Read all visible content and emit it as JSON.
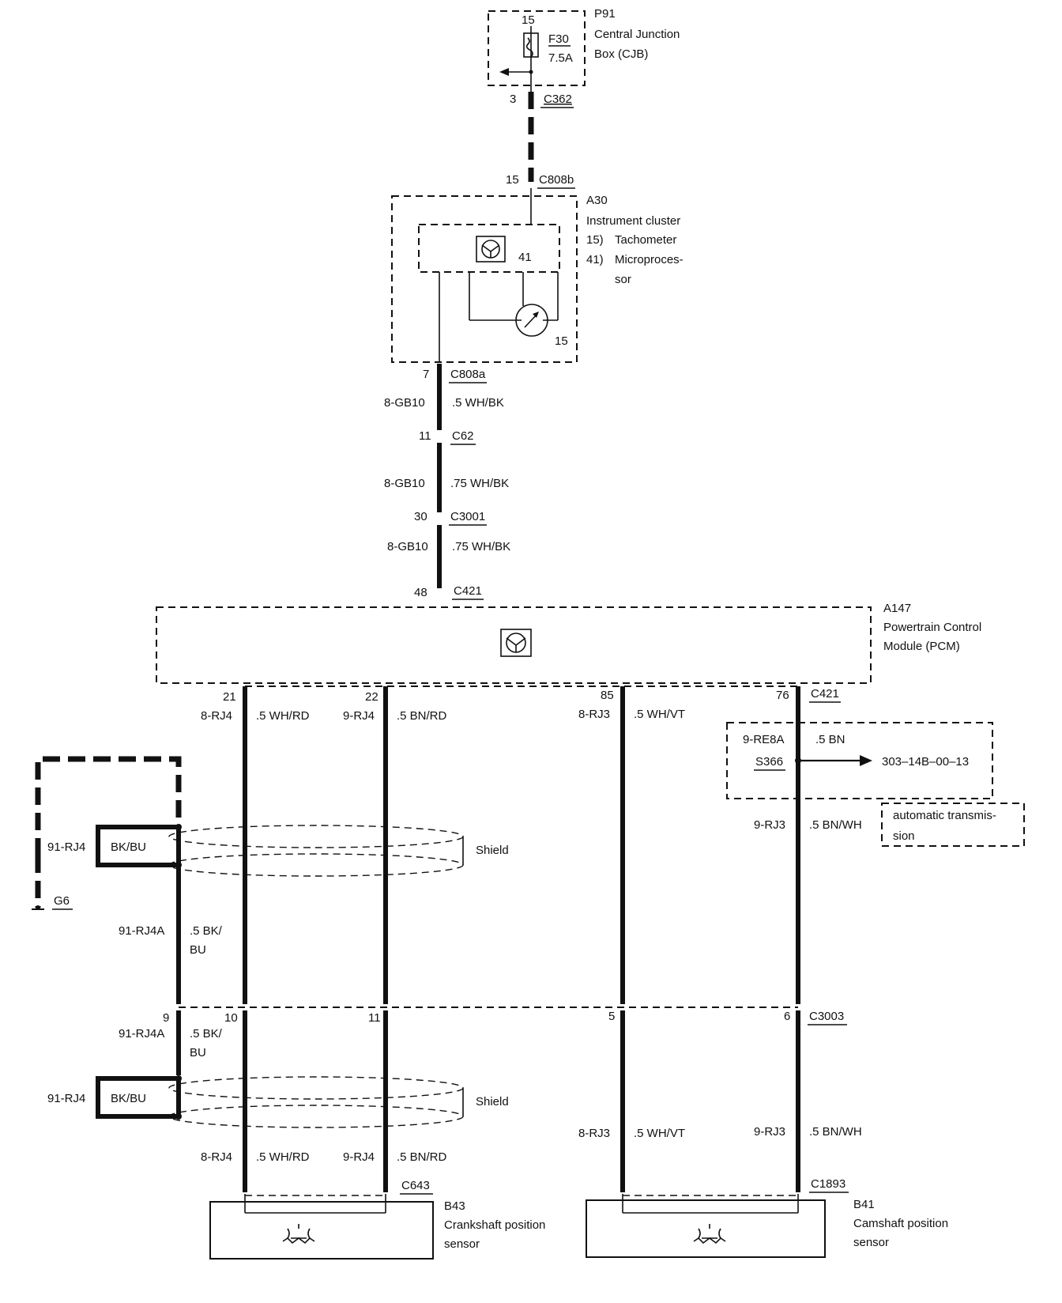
{
  "p91": {
    "ref": "P91",
    "desc1": "Central Junction",
    "desc2": "Box (CJB)",
    "pin": "15",
    "fuse": "F30",
    "rating": "7.5A"
  },
  "c362": {
    "pin": "3",
    "name": "C362"
  },
  "c808b": {
    "pin": "15",
    "name": "C808b"
  },
  "a30": {
    "ref": "A30",
    "desc": "Instrument cluster",
    "item15": "15)",
    "item15_label": "Tachometer",
    "item41": "41)",
    "item41_label1": "Microproces-",
    "item41_label2": "sor",
    "num41": "41",
    "num15": "15"
  },
  "c808a": {
    "pin": "7",
    "name": "C808a"
  },
  "wire1": {
    "circuit": "8-GB10",
    "size": ".5 WH/BK"
  },
  "c62": {
    "pin": "11",
    "name": "C62"
  },
  "wire2": {
    "circuit": "8-GB10",
    "size": ".75 WH/BK"
  },
  "c3001": {
    "pin": "30",
    "name": "C3001"
  },
  "wire3": {
    "circuit": "8-GB10",
    "size": ".75 WH/BK"
  },
  "c421_top": {
    "pin": "48",
    "name": "C421"
  },
  "a147": {
    "ref": "A147",
    "desc1": "Powertrain Control",
    "desc2": "Module (PCM)"
  },
  "c421_bottom": {
    "pins": [
      "21",
      "22",
      "85",
      "76"
    ],
    "name": "C421"
  },
  "pcm_wires": [
    {
      "circuit": "8-RJ4",
      "size": ".5 WH/RD"
    },
    {
      "circuit": "9-RJ4",
      "size": ".5 BN/RD"
    },
    {
      "circuit": "8-RJ3",
      "size": ".5 WH/VT"
    }
  ],
  "s366": {
    "circuit": "9-RE8A",
    "size": ".5 BN",
    "name": "S366",
    "ref": "303–14B–00–13",
    "note1": "automatic transmis-",
    "note2": "sion"
  },
  "wire_rj3b": {
    "circuit": "9-RJ3",
    "size": ".5 BN/WH"
  },
  "shield_top": {
    "circuit": "91-RJ4",
    "color": "BK/BU",
    "label": "Shield"
  },
  "g6": {
    "name": "G6"
  },
  "drain": {
    "circuit": "91-RJ4A",
    "size1": ".5 BK/",
    "size2": "BU"
  },
  "c3003": {
    "pins": [
      "9",
      "10",
      "11",
      "5",
      "6"
    ],
    "name": "C3003",
    "circuit": "91-RJ4A",
    "size1": ".5 BK/",
    "size2": "BU"
  },
  "shield_bottom": {
    "circuit": "91-RJ4",
    "color": "BK/BU",
    "label": "Shield"
  },
  "lower_wires": [
    {
      "circuit": "8-RJ4",
      "size": ".5 WH/RD"
    },
    {
      "circuit": "9-RJ4",
      "size": ".5 BN/RD"
    },
    {
      "circuit": "8-RJ3",
      "size": ".5 WH/VT"
    },
    {
      "circuit": "9-RJ3",
      "size": ".5 BN/WH"
    }
  ],
  "c643": {
    "name": "C643"
  },
  "c1893": {
    "name": "C1893"
  },
  "b43": {
    "ref": "B43",
    "desc1": "Crankshaft position",
    "desc2": "sensor"
  },
  "b41": {
    "ref": "B41",
    "desc1": "Camshaft position",
    "desc2": "sensor"
  }
}
